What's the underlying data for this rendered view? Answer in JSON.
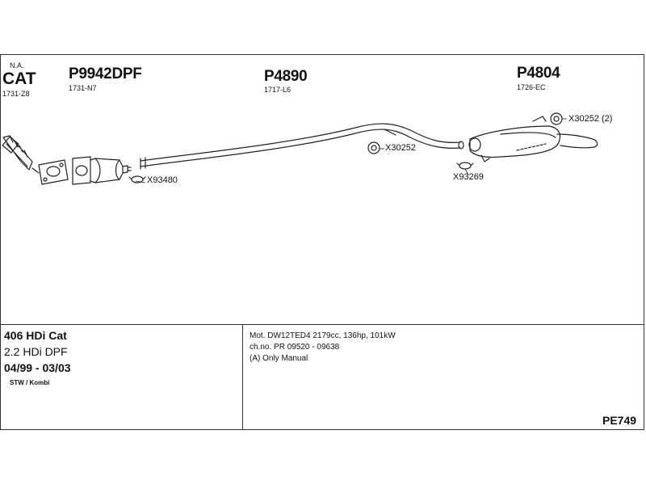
{
  "header": {
    "na_label": "N.A.",
    "cat_label": "CAT",
    "cat_number": "1731-Z8"
  },
  "parts": [
    {
      "code": "P9942DPF",
      "number": "1731-N7"
    },
    {
      "code": "P4890",
      "number": "1717-L6"
    },
    {
      "code": "P4804",
      "number": "1726-EC"
    }
  ],
  "fittings": {
    "clamp_front": "X93480",
    "hanger_mid": "X30252",
    "clamp_rear": "X93269",
    "hanger_rear": "X30252 (2)"
  },
  "vehicle": {
    "model": "406 HDi Cat",
    "engine": "2.2 HDi DPF",
    "years": "04/99 - 03/03",
    "body": "STW / Kombi"
  },
  "specs": {
    "motor": "Mot. DW12TED4 2179cc, 136hp, 101kW",
    "chassis": "ch.no. PR 09520 - 09638",
    "note": "(A) Only Manual"
  },
  "reference": "PE749"
}
